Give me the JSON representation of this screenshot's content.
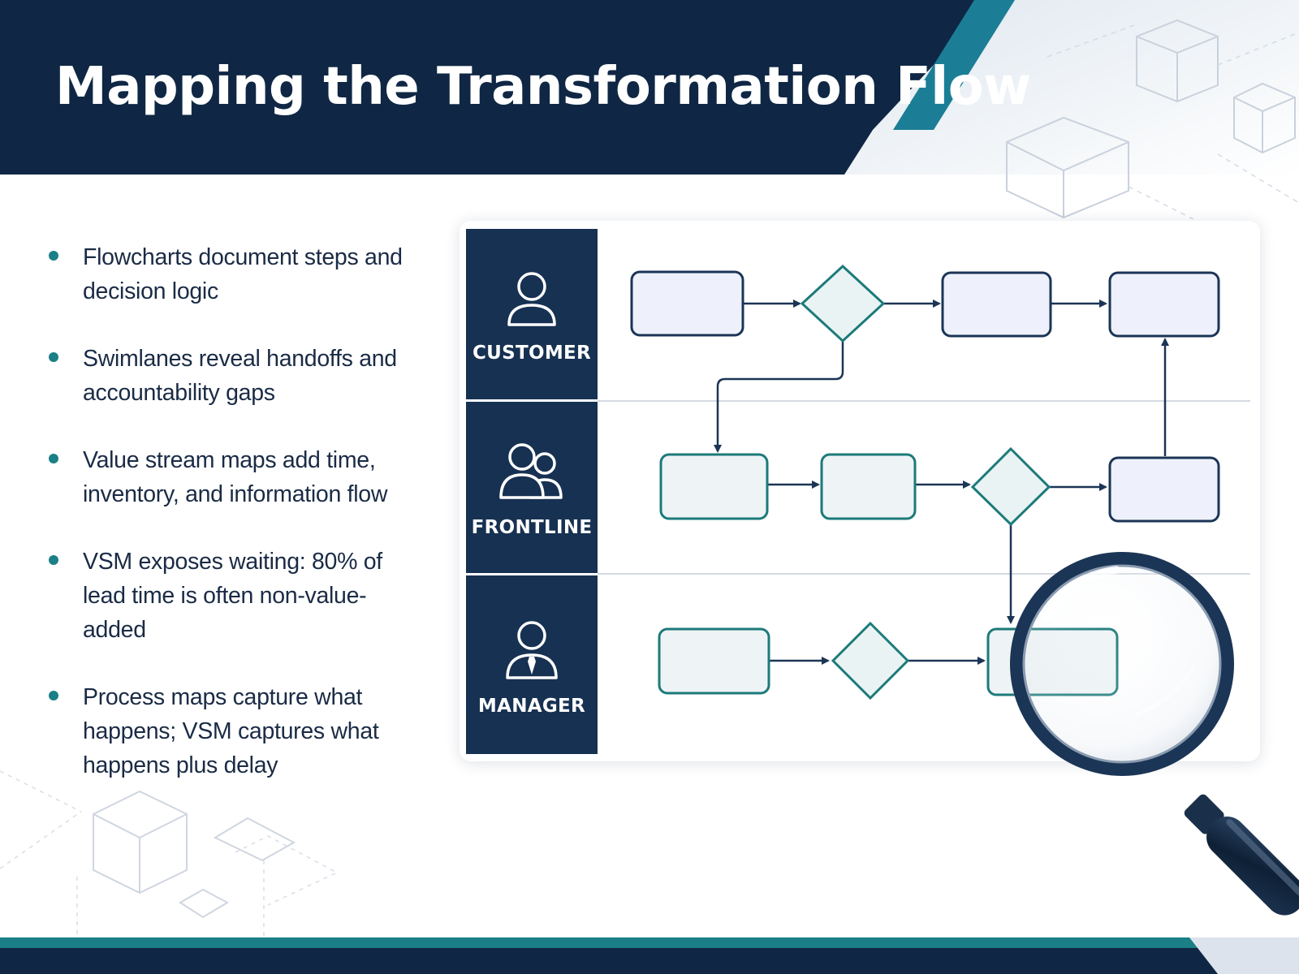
{
  "slide": {
    "title": "Mapping the Transformation Flow"
  },
  "bullets": [
    {
      "text": "Flowcharts document steps and decision logic"
    },
    {
      "text": "Swimlanes reveal handoffs and accountability gaps"
    },
    {
      "text": "Value stream maps add time, inventory, and information flow"
    },
    {
      "text": "VSM exposes waiting: 80% of lead time is often non-value-added"
    },
    {
      "text": "Process maps capture what happens; VSM captures what happens plus delay"
    }
  ],
  "diagram": {
    "lanes": [
      {
        "label": "CUSTOMER",
        "icon": "person-icon"
      },
      {
        "label": "FRONTLINE",
        "icon": "group-icon"
      },
      {
        "label": "MANAGER",
        "icon": "manager-icon"
      }
    ],
    "decorations": [
      "magnifying-glass-icon"
    ]
  },
  "colors": {
    "navy": "#0f2744",
    "lane_header": "#173152",
    "teal": "#1a7f86",
    "process_fill": "#eef1fb",
    "text": "#1a2b45"
  }
}
